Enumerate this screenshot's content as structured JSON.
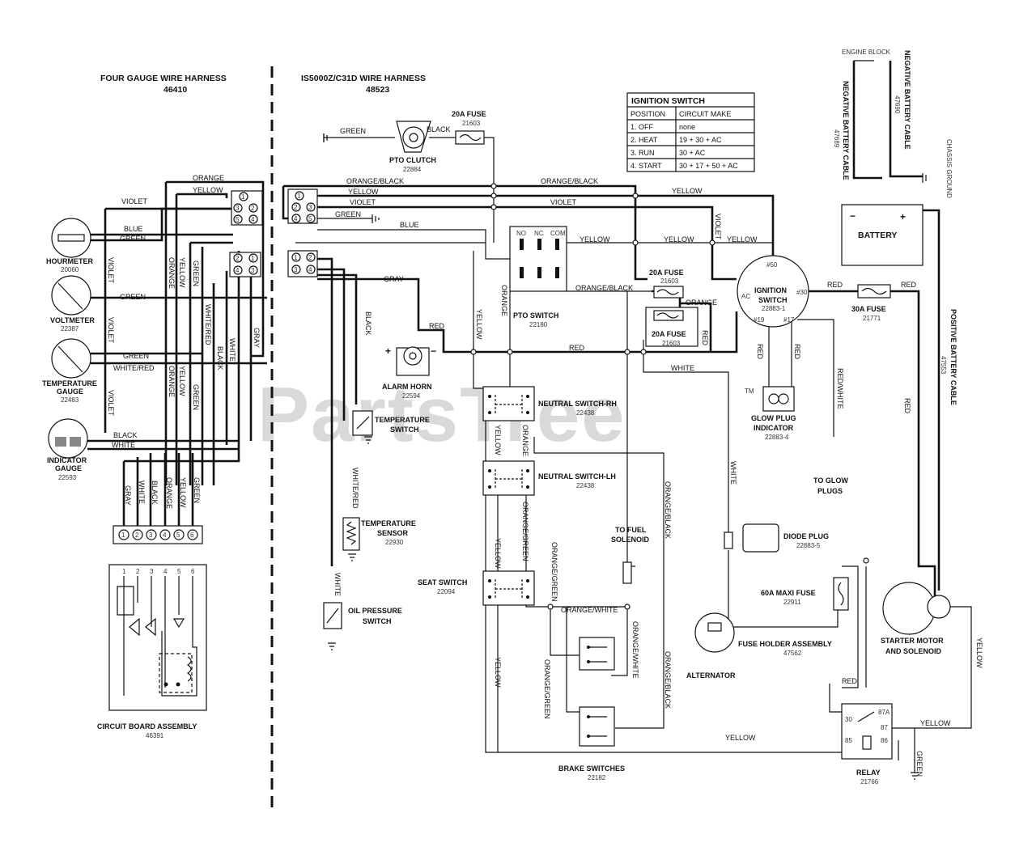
{
  "watermark": {
    "text": "PartsTree",
    "tm": "TM"
  },
  "harness_left": {
    "title": "FOUR GAUGE WIRE HARNESS",
    "part": "46410"
  },
  "harness_right": {
    "title": "IS5000Z/C31D  WIRE HARNESS",
    "part": "48523"
  },
  "ignition_table": {
    "title": "IGNITION SWITCH",
    "headers": [
      "POSITION",
      "CIRCUIT MAKE"
    ],
    "rows": [
      [
        "1. OFF",
        "none"
      ],
      [
        "2. HEAT",
        "19 + 30 + AC"
      ],
      [
        "3. RUN",
        "30 + AC"
      ],
      [
        "4. START",
        "30 + 17 + 50 + AC"
      ]
    ]
  },
  "components": {
    "hourmeter": {
      "name": "HOURMETER",
      "part": "20060"
    },
    "voltmeter": {
      "name": "VOLTMETER",
      "part": "22387"
    },
    "temp_gauge": {
      "name1": "TEMPERATURE",
      "name2": "GAUGE",
      "part": "22483"
    },
    "indicator_gauge": {
      "name1": "INDICATOR",
      "name2": "GAUGE",
      "part": "22593"
    },
    "circuit_board": {
      "name": "CIRCUIT BOARD ASSEMBLY",
      "part": "46391"
    },
    "pto_clutch": {
      "name": "PTO CLUTCH",
      "part": "22884"
    },
    "fuse_20a_top": {
      "name": "20A FUSE",
      "part": "21603"
    },
    "pto_switch": {
      "name": "PTO SWITCH",
      "part": "22180"
    },
    "fuse_20a_mid": {
      "name": "20A FUSE",
      "part": "21603"
    },
    "fuse_20a_low": {
      "name": "20A FUSE",
      "part": "21603"
    },
    "ignition_switch": {
      "name1": "IGNITION",
      "name2": "SWITCH",
      "part": "22883-1"
    },
    "fuse_30a": {
      "name": "30A FUSE",
      "part": "21771"
    },
    "battery": {
      "name": "BATTERY"
    },
    "alarm_horn": {
      "name": "ALARM HORN",
      "part": "22594"
    },
    "neutral_rh": {
      "name": "NEUTRAL SWITCH-RH",
      "part": "22438"
    },
    "neutral_lh": {
      "name": "NEUTRAL SWITCH-LH",
      "part": "22438"
    },
    "temp_switch": {
      "name1": "TEMPERATURE",
      "name2": "SWITCH"
    },
    "temp_sensor": {
      "name1": "TEMPERATURE",
      "name2": "SENSOR",
      "part": "22930"
    },
    "oil_pressure": {
      "name1": "OIL PRESSURE",
      "name2": "SWITCH"
    },
    "seat_switch": {
      "name": "SEAT SWITCH",
      "part": "22094"
    },
    "fuel_solenoid": {
      "name1": "TO FUEL",
      "name2": "SOLENOID"
    },
    "brake_switches": {
      "name": "BRAKE SWITCHES",
      "part": "22182"
    },
    "glow_plug_indicator": {
      "name1": "GLOW PLUG",
      "name2": "INDICATOR",
      "part": "22883-4"
    },
    "glow_plugs": {
      "name1": "TO GLOW",
      "name2": "PLUGS"
    },
    "diode_plug": {
      "name": "DIODE PLUG",
      "part": "22883-5"
    },
    "maxi_fuse": {
      "name": "60A MAXI FUSE",
      "part": "22911"
    },
    "fuse_holder": {
      "name": "FUSE HOLDER ASSEMBLY",
      "part": "47562"
    },
    "alternator": {
      "name": "ALTERNATOR"
    },
    "starter": {
      "name1": "STARTER MOTOR",
      "name2": "AND SOLENOID"
    },
    "relay": {
      "name": "RELAY",
      "part": "21766"
    }
  },
  "cables": {
    "engine_block": "ENGINE BLOCK",
    "neg_cable_1": "NEGATIVE BATTERY CABLE",
    "neg_cable_1_part": "47690",
    "neg_cable_2": "NEGATIVE BATTERY CABLE",
    "neg_cable_2_part": "47689",
    "chassis_ground": "CHASSIS GROUND",
    "pos_cable": "POSITIVE BATTERY CABLE",
    "pos_cable_part": "47553"
  },
  "wires": {
    "orange": "ORANGE",
    "yellow": "YELLOW",
    "violet": "VIOLET",
    "blue": "BLUE",
    "green": "GREEN",
    "gray": "GRAY",
    "black": "BLACK",
    "white": "WHITE",
    "red": "RED",
    "white_red": "WHITE/RED",
    "orange_black": "ORANGE/BLACK",
    "orange_green": "ORANGE/GREEN",
    "orange_white": "ORANGE/WHITE",
    "red_white": "RED/WHITE"
  },
  "terminals": {
    "n1": "1",
    "n2": "2",
    "n3": "3",
    "n4": "4",
    "n5": "5",
    "n6": "6",
    "t50": "#50",
    "t30": "#30",
    "t19": "#19",
    "t17": "#17",
    "ac": "AC",
    "r30": "30",
    "r87a": "87A",
    "r87": "87",
    "r85": "85",
    "r86": "86",
    "plus": "+",
    "minus": "−",
    "no": "NO",
    "nc": "NC",
    "com": "COM"
  }
}
